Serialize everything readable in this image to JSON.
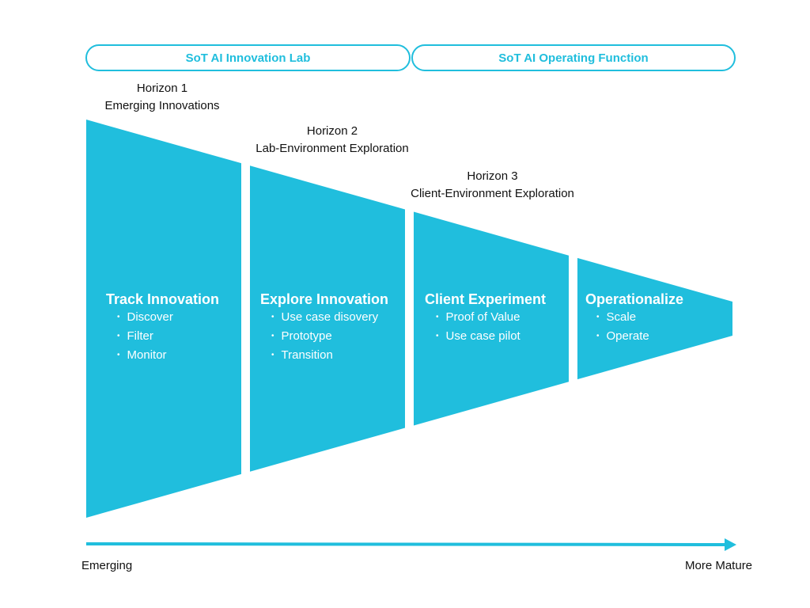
{
  "colors": {
    "accent": "#20bedd",
    "text": "#111111",
    "on_accent": "#ffffff"
  },
  "groups": [
    {
      "label": "SoT AI Innovation Lab"
    },
    {
      "label": "SoT AI Operating Function"
    }
  ],
  "horizons": [
    {
      "title": "Horizon 1",
      "subtitle": "Emerging Innovations"
    },
    {
      "title": "Horizon 2",
      "subtitle": "Lab-Environment Exploration"
    },
    {
      "title": "Horizon 3",
      "subtitle": "Client-Environment Exploration"
    }
  ],
  "stages": [
    {
      "title": "Track Innovation",
      "items": [
        "Discover",
        "Filter",
        "Monitor"
      ]
    },
    {
      "title": "Explore Innovation",
      "items": [
        "Use case disovery",
        "Prototype",
        "Transition"
      ]
    },
    {
      "title": "Client Experiment",
      "items": [
        "Proof of Value",
        "Use case pilot"
      ]
    },
    {
      "title": "Operationalize",
      "items": [
        "Scale",
        "Operate"
      ]
    }
  ],
  "axis": {
    "start_label": "Emerging",
    "end_label": "More Mature"
  }
}
